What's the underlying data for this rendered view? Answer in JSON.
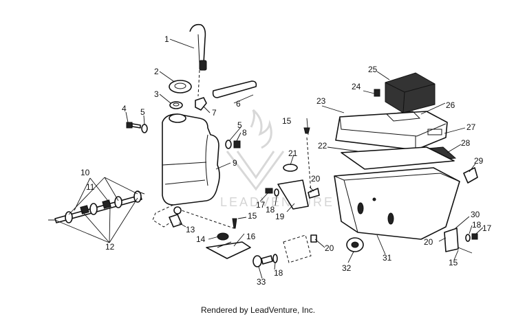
{
  "diagram": {
    "watermark": "LEADVENTURE",
    "callouts": [
      {
        "id": "c1",
        "text": "1"
      },
      {
        "id": "c2",
        "text": "2"
      },
      {
        "id": "c3",
        "text": "3"
      },
      {
        "id": "c4",
        "text": "4"
      },
      {
        "id": "c5a",
        "text": "5"
      },
      {
        "id": "c5b",
        "text": "5"
      },
      {
        "id": "c6",
        "text": "6"
      },
      {
        "id": "c7",
        "text": "7"
      },
      {
        "id": "c8",
        "text": "8"
      },
      {
        "id": "c9",
        "text": "9"
      },
      {
        "id": "c10",
        "text": "10"
      },
      {
        "id": "c11",
        "text": "11"
      },
      {
        "id": "c12",
        "text": "12"
      },
      {
        "id": "c13",
        "text": "13"
      },
      {
        "id": "c14",
        "text": "14"
      },
      {
        "id": "c15a",
        "text": "15"
      },
      {
        "id": "c15b",
        "text": "15"
      },
      {
        "id": "c15c",
        "text": "15"
      },
      {
        "id": "c16",
        "text": "16"
      },
      {
        "id": "c17a",
        "text": "17"
      },
      {
        "id": "c17b",
        "text": "17"
      },
      {
        "id": "c18a",
        "text": "18"
      },
      {
        "id": "c18b",
        "text": "18"
      },
      {
        "id": "c18c",
        "text": "18"
      },
      {
        "id": "c19",
        "text": "19"
      },
      {
        "id": "c20a",
        "text": "20"
      },
      {
        "id": "c20b",
        "text": "20"
      },
      {
        "id": "c20c",
        "text": "20"
      },
      {
        "id": "c21",
        "text": "21"
      },
      {
        "id": "c22",
        "text": "22"
      },
      {
        "id": "c23",
        "text": "23"
      },
      {
        "id": "c24",
        "text": "24"
      },
      {
        "id": "c25",
        "text": "25"
      },
      {
        "id": "c26",
        "text": "26"
      },
      {
        "id": "c27",
        "text": "27"
      },
      {
        "id": "c28",
        "text": "28"
      },
      {
        "id": "c29",
        "text": "29"
      },
      {
        "id": "c30",
        "text": "30"
      },
      {
        "id": "c31",
        "text": "31"
      },
      {
        "id": "c32",
        "text": "32"
      },
      {
        "id": "c33",
        "text": "33"
      }
    ]
  },
  "footer": {
    "text": "Rendered by LeadVenture, Inc."
  }
}
